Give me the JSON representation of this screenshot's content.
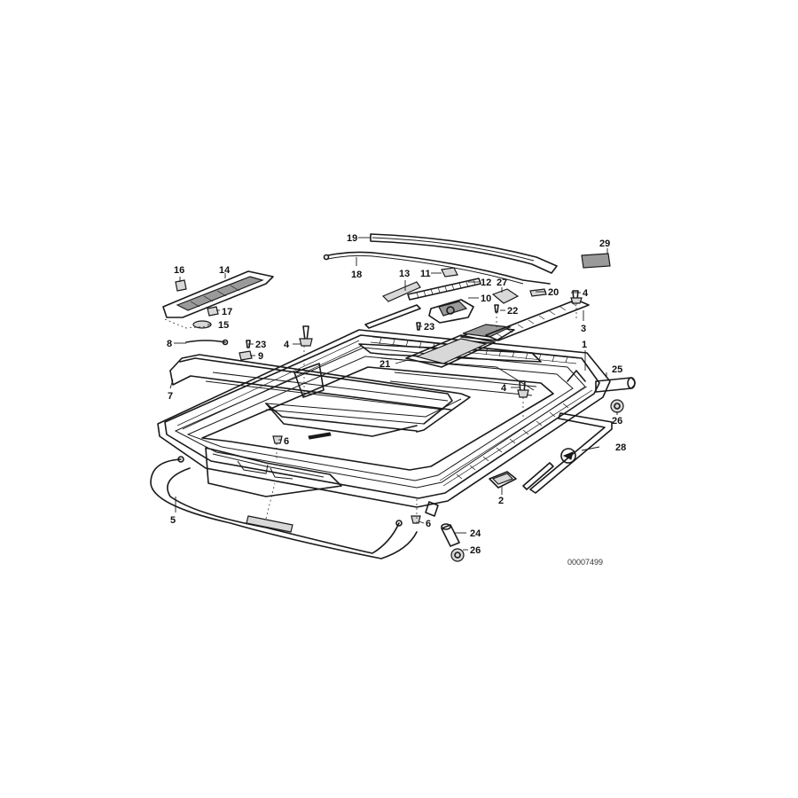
{
  "diagram": {
    "reference_number": "00007499",
    "callouts": [
      {
        "id": "c1",
        "label": "1"
      },
      {
        "id": "c2",
        "label": "2"
      },
      {
        "id": "c3",
        "label": "3"
      },
      {
        "id": "c4a",
        "label": "4"
      },
      {
        "id": "c4b",
        "label": "4"
      },
      {
        "id": "c4c",
        "label": "4"
      },
      {
        "id": "c5",
        "label": "5"
      },
      {
        "id": "c6a",
        "label": "6"
      },
      {
        "id": "c6b",
        "label": "6"
      },
      {
        "id": "c7",
        "label": "7"
      },
      {
        "id": "c8",
        "label": "8"
      },
      {
        "id": "c9",
        "label": "9"
      },
      {
        "id": "c10",
        "label": "10"
      },
      {
        "id": "c11",
        "label": "11"
      },
      {
        "id": "c12",
        "label": "12"
      },
      {
        "id": "c13",
        "label": "13"
      },
      {
        "id": "c14",
        "label": "14"
      },
      {
        "id": "c15",
        "label": "15"
      },
      {
        "id": "c16",
        "label": "16"
      },
      {
        "id": "c17",
        "label": "17"
      },
      {
        "id": "c18",
        "label": "18"
      },
      {
        "id": "c19",
        "label": "19"
      },
      {
        "id": "c20",
        "label": "20"
      },
      {
        "id": "c21",
        "label": "21"
      },
      {
        "id": "c22",
        "label": "22"
      },
      {
        "id": "c23a",
        "label": "23"
      },
      {
        "id": "c23b",
        "label": "23"
      },
      {
        "id": "c24",
        "label": "24"
      },
      {
        "id": "c25",
        "label": "25"
      },
      {
        "id": "c26a",
        "label": "26"
      },
      {
        "id": "c26b",
        "label": "26"
      },
      {
        "id": "c27",
        "label": "27"
      },
      {
        "id": "c28",
        "label": "28"
      },
      {
        "id": "c29",
        "label": "29"
      }
    ]
  }
}
